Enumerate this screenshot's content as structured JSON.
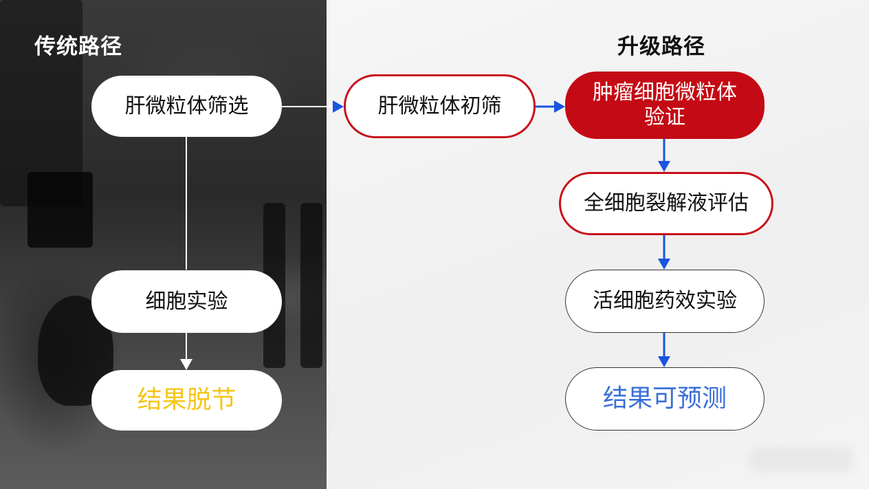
{
  "left": {
    "heading": "传统路径",
    "nodes": [
      "肝微粒体筛选",
      "细胞实验",
      "结果脱节"
    ],
    "result_color": "#f5c518"
  },
  "right": {
    "heading": "升级路径",
    "nodes": [
      "肝微粒体初筛",
      "肿瘤细胞微粒体验证",
      "全细胞裂解液评估",
      "活细胞药效实验",
      "结果可预测"
    ],
    "result_color": "#3a6fd8"
  },
  "colors": {
    "accent_red": "#c40a14",
    "arrow_blue": "#1a55e0"
  }
}
